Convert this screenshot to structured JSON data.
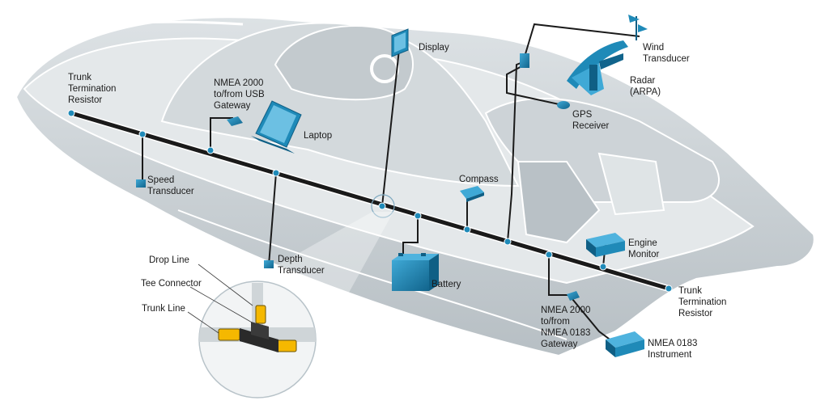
{
  "colors": {
    "trunk": "#1a1a1a",
    "device": "#1f8ab8",
    "device_dark": "#0f5f85",
    "hull": "#c9cfd3",
    "hull_shade": "#aeb6bb",
    "outline": "#ffffff"
  },
  "labels": {
    "trunk_term_left": [
      "Trunk",
      "Termination",
      "Resistor"
    ],
    "usb_gateway": [
      "NMEA 2000",
      "to/from USB",
      "Gateway"
    ],
    "laptop": [
      "Laptop"
    ],
    "display": [
      "Display"
    ],
    "wind": [
      "Wind",
      "Transducer"
    ],
    "radar": [
      "Radar",
      "(ARPA)"
    ],
    "gps": [
      "GPS",
      "Receiver"
    ],
    "speed": [
      "Speed",
      "Transducer"
    ],
    "compass": [
      "Compass"
    ],
    "depth": [
      "Depth",
      "Transducer"
    ],
    "battery": [
      "Battery"
    ],
    "engine": [
      "Engine",
      "Monitor"
    ],
    "trunk_term_right": [
      "Trunk",
      "Termination",
      "Resistor"
    ],
    "gw0183": [
      "NMEA 2000",
      "to/from",
      "NMEA 0183",
      "Gateway"
    ],
    "inst0183": [
      "NMEA 0183",
      "Instrument"
    ],
    "drop_line": [
      "Drop Line"
    ],
    "tee_connector": [
      "Tee Connector"
    ],
    "trunk_line": [
      "Trunk Line"
    ]
  },
  "icons": [
    "laptop-icon",
    "display-icon",
    "radar-icon",
    "wind-vane-icon",
    "gps-antenna-icon",
    "battery-icon",
    "compass-icon",
    "engine-monitor-icon",
    "instrument-icon",
    "tee-connector-icon"
  ]
}
